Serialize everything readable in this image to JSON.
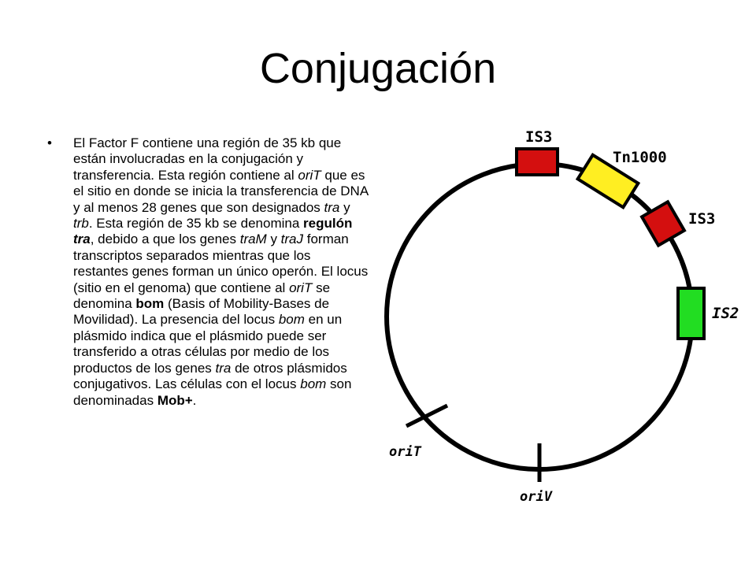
{
  "slide": {
    "title": "Conjugación",
    "bullet_mark": "•",
    "paragraph": [
      {
        "t": "El Factor F contiene una región de 35 kb que están involucradas en la conjugación y transferencia. Esta región contiene al "
      },
      {
        "t": "oriT",
        "s": "i"
      },
      {
        "t": " que es el sitio en donde se inicia la transferencia de DNA y al menos 28 genes que son designados "
      },
      {
        "t": "tra",
        "s": "i"
      },
      {
        "t": " y "
      },
      {
        "t": "trb",
        "s": "i"
      },
      {
        "t": ". Esta región de 35 kb se denomina "
      },
      {
        "t": "regulón ",
        "s": "b"
      },
      {
        "t": "tra",
        "s": "bi"
      },
      {
        "t": ", debido a que los genes "
      },
      {
        "t": "traM",
        "s": "i"
      },
      {
        "t": " y "
      },
      {
        "t": "traJ",
        "s": "i"
      },
      {
        "t": " forman transcriptos separados mientras que los restantes genes forman un único operón. El locus (sitio en el genoma) que contiene al "
      },
      {
        "t": "oriT",
        "s": "i"
      },
      {
        "t": " se denomina "
      },
      {
        "t": "bom",
        "s": "b"
      },
      {
        "t": " (Basis of Mobility-Bases de Movilidad). La presencia del locus "
      },
      {
        "t": "bom",
        "s": "i"
      },
      {
        "t": " en un plásmido indica que el plásmido puede ser transferido a otras células por medio de los productos de los genes "
      },
      {
        "t": "tra",
        "s": "i"
      },
      {
        "t": " de otros plásmidos conjugativos. Las células con el locus "
      },
      {
        "t": "bom",
        "s": "i"
      },
      {
        "t": " son denominadas "
      },
      {
        "t": "Mob+",
        "s": "b"
      },
      {
        "t": "."
      }
    ]
  },
  "plasmid": {
    "elements": [
      {
        "label": "IS3",
        "color": "#d40f0f"
      },
      {
        "label": "Tn1000",
        "color": "#ffee22"
      },
      {
        "label": "IS3",
        "color": "#d40f0f"
      },
      {
        "label": "IS2",
        "color": "#22dd22"
      }
    ],
    "origins": [
      {
        "label": "oriT"
      },
      {
        "label": "oriV"
      }
    ]
  }
}
